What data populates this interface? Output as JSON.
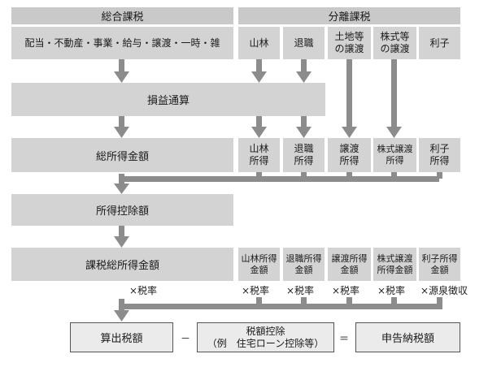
{
  "headers": {
    "left": "総合課税",
    "right": "分離課税"
  },
  "income_sources": {
    "general": "配当・不動産・事業・給与・譲渡・一時・雑",
    "forest": "山林",
    "retirement": "退職",
    "land": [
      "土地等",
      "の譲渡"
    ],
    "stock": [
      "株式等",
      "の譲渡"
    ],
    "interest": "利子"
  },
  "offset": "損益通算",
  "income_totals": {
    "total": "総所得金額",
    "forest": [
      "山林",
      "所得"
    ],
    "retirement": [
      "退職",
      "所得"
    ],
    "transfer": [
      "譲渡",
      "所得"
    ],
    "stock": [
      "株式譲渡",
      "所得"
    ],
    "interest": [
      "利子",
      "所得"
    ]
  },
  "deduction": "所得控除額",
  "taxable": {
    "total": "課税総所得金額",
    "forest": [
      "山林所得",
      "金額"
    ],
    "retirement": [
      "退職所得",
      "金額"
    ],
    "transfer": [
      "譲渡所得",
      "金額"
    ],
    "stock": [
      "株式譲渡",
      "所得金額"
    ],
    "interest": [
      "利子所得",
      "金額"
    ]
  },
  "rates": {
    "total": "×税率",
    "forest": "×税率",
    "retirement": "×税率",
    "transfer": "×税率",
    "stock": "×税率",
    "interest": "×源泉徴収"
  },
  "result": {
    "calculated": "算出税額",
    "minus": "－",
    "credit": [
      "税額控除",
      "（例　住宅ローン控除等）"
    ],
    "equals": "＝",
    "payable": "申告納税額"
  },
  "colors": {
    "box": "#d3d3d3",
    "arrow": "#8c8c8c",
    "output_border": "#555555"
  }
}
